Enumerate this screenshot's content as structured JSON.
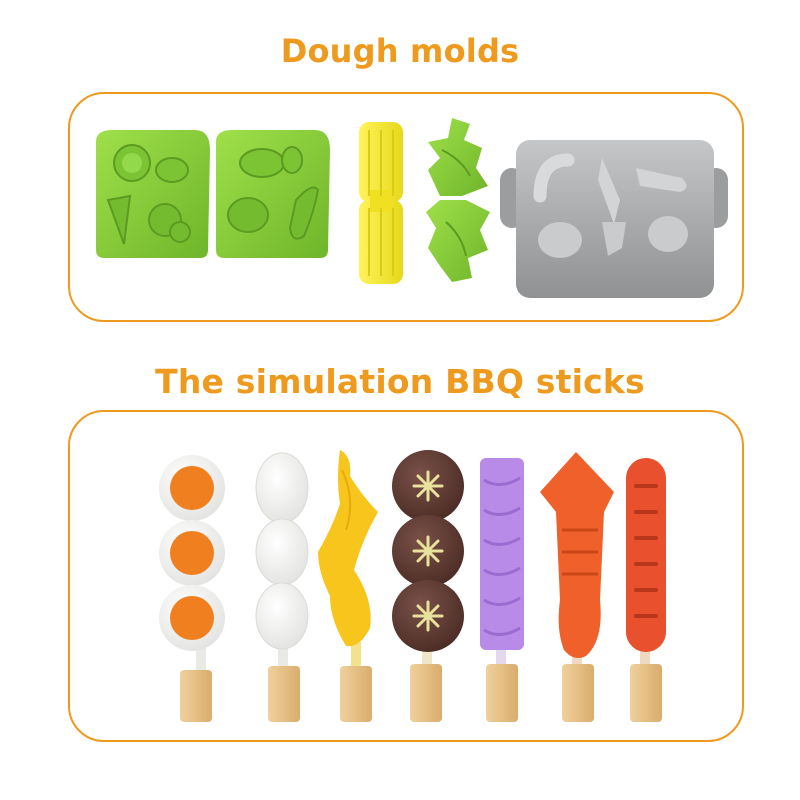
{
  "sections": {
    "molds": {
      "title": "Dough molds"
    },
    "bbq": {
      "title": "The simulation BBQ sticks"
    }
  },
  "colors": {
    "accent": "#ee9a1e",
    "mold_green": "#8fd43a",
    "mold_yellow": "#f4ec2a",
    "mold_gray": "#a9abad",
    "stick_handle": "#e7c088"
  },
  "items": {
    "molds": [
      "green-bread-mold-veggies",
      "green-bread-mold-meats",
      "yellow-corn-mold",
      "green-wing-mold",
      "gray-bbq-tray-mold"
    ],
    "sticks": [
      "egg-slice-stick",
      "quail-egg-stick",
      "corn-stick",
      "mushroom-ball-stick",
      "purple-roll-stick",
      "squid-stick",
      "sausage-stick"
    ]
  }
}
